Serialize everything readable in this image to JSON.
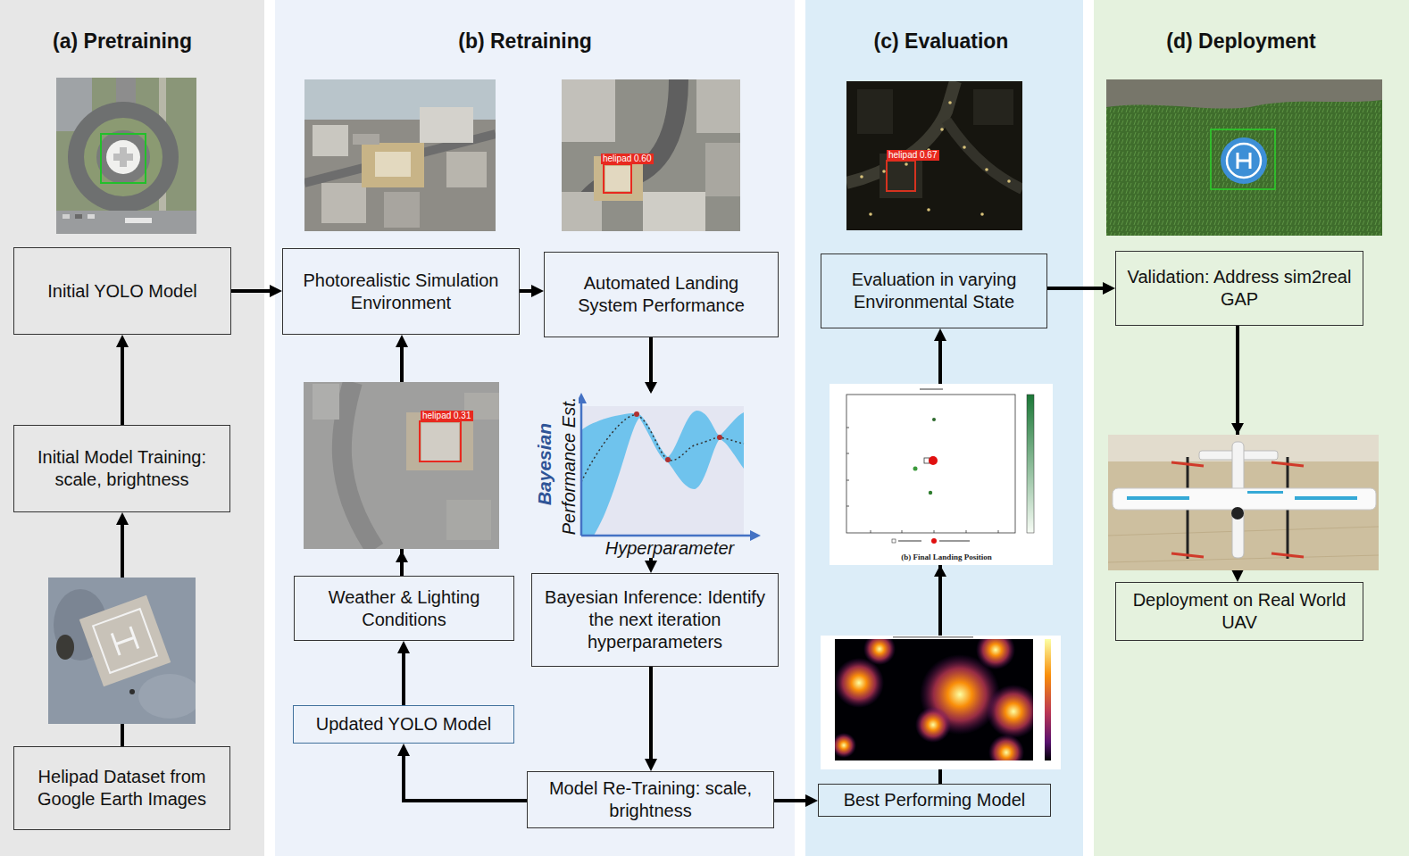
{
  "diagram": {
    "nodes": [
      {
        "text": [
          "(a) Pretraining"
        ]
      },
      {
        "text": [
          "Initial YOLO Model"
        ],
        "in": 0
      },
      {
        "text": [
          "Initial Model Training: scale, brightness"
        ],
        "in": 0
      },
      {
        "text": [
          "Helipad Dataset from Google Earth Images"
        ],
        "in": 0
      },
      {
        "text": [
          "(b) Retraining"
        ]
      },
      {
        "text": [
          "Photorealistic Simulation Environment"
        ],
        "in": 4
      },
      {
        "text": [
          "Automated Landing System Performance"
        ],
        "in": 4
      },
      {
        "text": [
          "Weather & Lighting Conditions"
        ],
        "in": 4
      },
      {
        "text": [
          "Bayesian Inference: Identify the next iteration hyperparameters"
        ],
        "in": 4
      },
      {
        "text": [
          "Updated YOLO Model"
        ],
        "in": 4
      },
      {
        "text": [
          "Model Re-Training: scale, brightness"
        ],
        "in": 4
      },
      {
        "text": [
          "(c) Evaluation"
        ]
      },
      {
        "text": [
          "Evaluation in varying Environmental State"
        ],
        "in": 11
      },
      {
        "text": [
          "Best Performing Model"
        ],
        "in": 11
      },
      {
        "text": [
          "(d) Deployment"
        ]
      },
      {
        "text": [
          "Validation: Address sim2real GAP"
        ],
        "in": 14
      },
      {
        "text": [
          "Deployment on Real World UAV"
        ],
        "in": 14
      }
    ],
    "edges": [
      {
        "from": 3,
        "to": 2,
        "arrow": "to"
      },
      {
        "from": 2,
        "to": 1,
        "arrow": "to"
      },
      {
        "from": 1,
        "to": 5,
        "arrow": "to"
      },
      {
        "from": 5,
        "to": 6,
        "arrow": "to"
      },
      {
        "from": 6,
        "to": 8,
        "arrow": "to"
      },
      {
        "from": 8,
        "to": 10,
        "arrow": "to"
      },
      {
        "from": 10,
        "to": 9,
        "arrow": "to"
      },
      {
        "from": 9,
        "to": 7,
        "arrow": "to"
      },
      {
        "from": 7,
        "to": 5,
        "arrow": "to"
      },
      {
        "from": 10,
        "to": 13,
        "arrow": "to"
      },
      {
        "from": 13,
        "to": 12,
        "arrow": "to"
      },
      {
        "from": 12,
        "to": 15,
        "arrow": "to"
      },
      {
        "from": 15,
        "to": 16,
        "arrow": "to"
      }
    ],
    "labels": [
      "helipad 0.60",
      "helipad 0.67",
      "Bayesian",
      "Performance Est.",
      "helipad 0.31",
      "Hyperparameter",
      "(b) Final Landing Position"
    ]
  }
}
